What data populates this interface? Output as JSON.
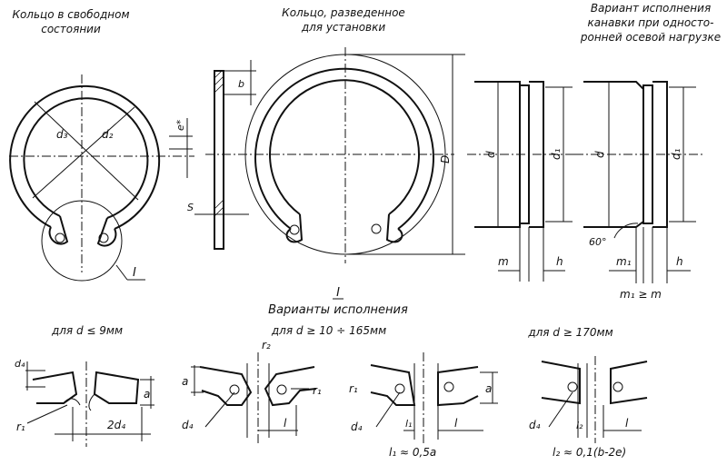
{
  "titles": {
    "free_state_line1": "Кольцо в свободном",
    "free_state_line2": "состоянии",
    "mounted_line1": "Кольцо, разведенное",
    "mounted_line2": "для установки",
    "groove_line1": "Вариант исполнения",
    "groove_line2": "канавки при односто-",
    "groove_line3": "ронней осевой нагрузке"
  },
  "labels": {
    "d3": "d₃",
    "d2": "d₂",
    "e": "e*",
    "detail": "I",
    "b": "b",
    "s": "S",
    "D": "D",
    "d_left": "d",
    "d1_left": "d₁",
    "m": "m",
    "h_left": "h",
    "d_right": "d",
    "d1_right": "d₁",
    "angle": "60°",
    "m1": "m₁",
    "h_right": "h",
    "m1_eq": "m₁ ≥ m"
  },
  "variants": {
    "roman": "I",
    "title": "Варианты исполнения",
    "v1_caption": "для d ≤ 9мм",
    "v2_caption": "для d ≥ 10 ÷ 165мм",
    "v3_caption": "для d ≥ 170мм",
    "v1": {
      "d4": "d₄",
      "a": "a",
      "r1": "r₁",
      "dim": "2d₄"
    },
    "v2": {
      "a": "a",
      "r2": "r₂",
      "r1": "r₁",
      "d4": "d₄",
      "l": "l"
    },
    "v3": {
      "r1": "r₁",
      "a": "a",
      "d4": "d₄",
      "l1": "l₁",
      "l": "l",
      "formula": "l₁ ≈ 0,5a"
    },
    "v4": {
      "d4": "d₄",
      "l2": "l₂",
      "l": "l",
      "formula": "l₂ ≈ 0,1(b-2e)"
    }
  }
}
